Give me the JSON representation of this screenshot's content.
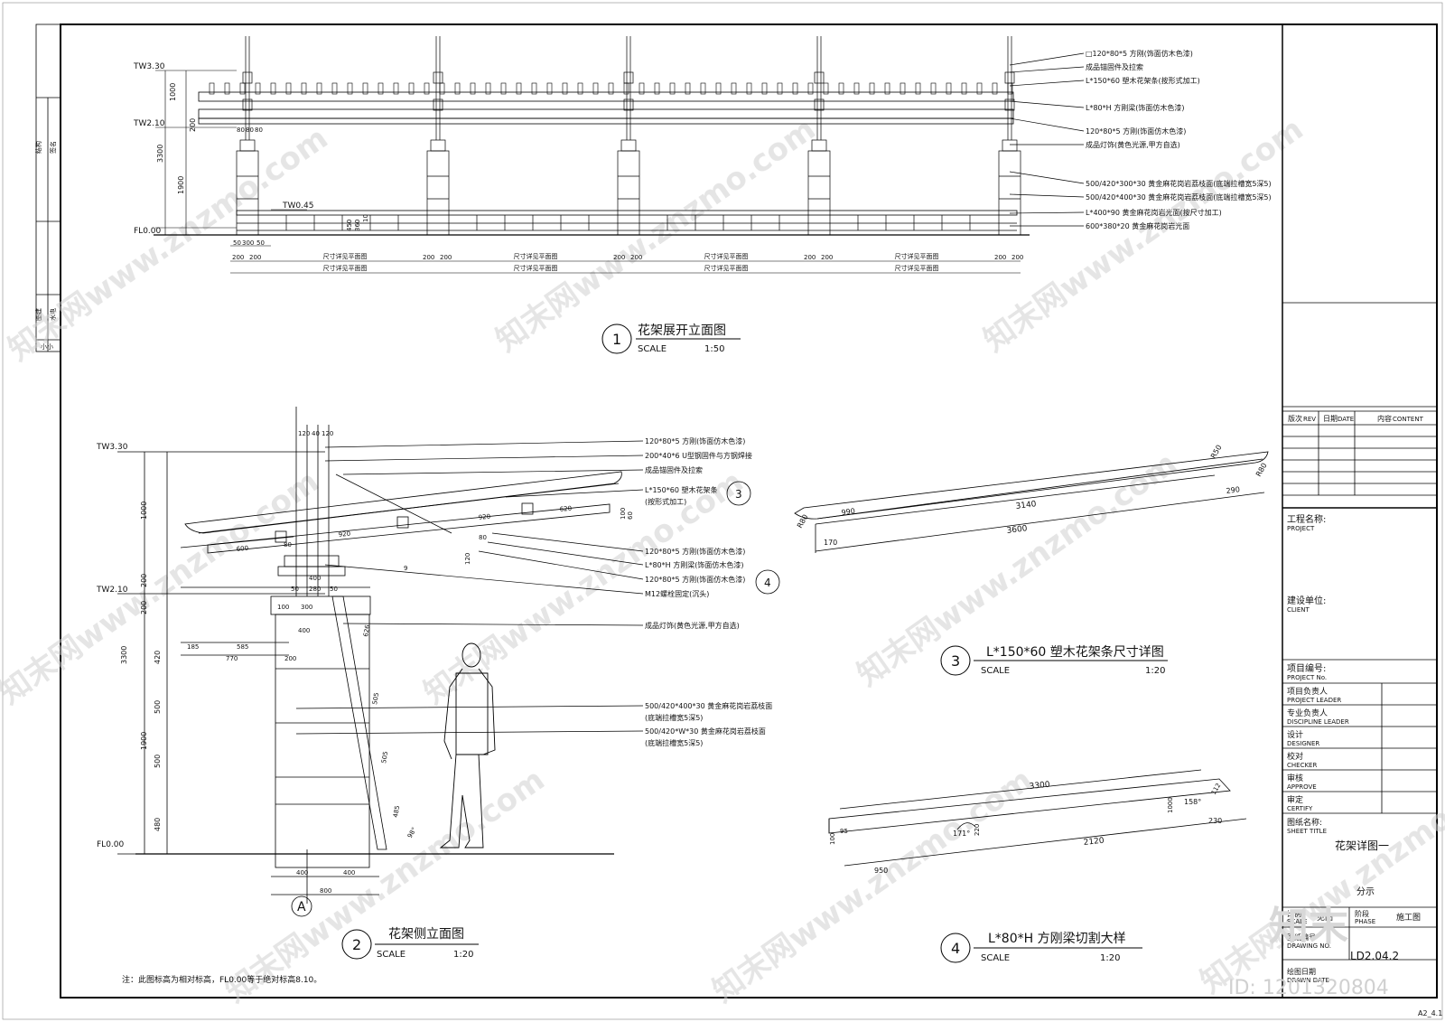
{
  "border_mark": "A2_4.1",
  "watermark": {
    "text": "知末网www.znzmo.com",
    "logo": "知末",
    "id_text": "ID: 1201320804"
  },
  "left_strip": {
    "a": "结构",
    "b": "签名",
    "c": "图建",
    "d": "水电",
    "e": "小小"
  },
  "note": "注：此图标高为相对标高，FL0.00等于绝对标高8.10。",
  "views": {
    "v1": {
      "num": "1",
      "title": "花架展开立面图",
      "scale_label": "SCALE",
      "scale": "1:50"
    },
    "v2": {
      "num": "2",
      "title": "花架侧立面图",
      "scale_label": "SCALE",
      "scale": "1:20"
    },
    "v3": {
      "num": "3",
      "title": "L*150*60 塑木花架条尺寸详图",
      "scale_label": "SCALE",
      "scale": "1:20"
    },
    "v4": {
      "num": "4",
      "title": "L*80*H 方刚梁切割大样",
      "scale_label": "SCALE",
      "scale": "1:20"
    }
  },
  "elev1": {
    "levels": {
      "l1": "TW3.30",
      "l2": "TW2.10",
      "l3": "TW0.45",
      "l4": "FL0.00"
    },
    "vdims": {
      "a": "1000",
      "b": "200",
      "c": "3300",
      "d": "1900",
      "e": "450",
      "f": "360",
      "g": "10",
      "h": "80",
      "i": "80",
      "j": "80"
    },
    "hdims": {
      "a": "50",
      "b": "300",
      "c": "50",
      "d": "200",
      "e": "200"
    },
    "seg_label_1": "尺寸详见平面图",
    "seg_label_2": "尺寸详见平面图",
    "notes": [
      "□120*80*5 方刚(饰面仿木色漆)",
      "成品锚固件及拉索",
      "L*150*60 塑木花架条(按形式加工)",
      "L*80*H 方刚梁(饰面仿木色漆)",
      "120*80*5 方刚(饰面仿木色漆)",
      "成品灯饰(黄色光源,甲方自选)",
      "500/420*300*30 黄金麻花岗岩荔枝面(底端拉槽宽5深5)",
      "500/420*400*30 黄金麻花岗岩荔枝面(底端拉槽宽5深5)",
      "L*400*90 黄金麻花岗岩光面(按尺寸加工)",
      "600*380*20 黄金麻花岗岩光面"
    ]
  },
  "elev2": {
    "levels": {
      "l1": "TW3.30",
      "l2": "TW2.10",
      "l3": "FL0.00"
    },
    "vdims": {
      "a": "1000",
      "b": "200",
      "c": "200",
      "d": "3300",
      "e": "420",
      "f": "500",
      "g": "1900",
      "h": "500",
      "i": "480"
    },
    "top_dims": {
      "a": "120",
      "b": "40",
      "c": "120"
    },
    "dims": {
      "a": "600",
      "b": "920",
      "c": "920",
      "d": "620",
      "e": "80",
      "f": "80",
      "g": "120",
      "h": "9",
      "i": "100",
      "j": "60",
      "k": "400",
      "l": "50",
      "m": "280",
      "n": "50",
      "o": "100",
      "p": "300",
      "q": "400",
      "r": "185",
      "s": "585",
      "t": "770",
      "u": "200",
      "v": "626",
      "w": "505",
      "x": "505",
      "y": "485",
      "z": "98°",
      "b1": "400",
      "b2": "400",
      "b3": "800"
    },
    "axis": "A",
    "notes": [
      "120*80*5 方刚(饰面仿木色漆)",
      "200*40*6 U型钢固件与方钢焊接",
      "成品锚固件及拉索",
      "L*150*60 塑木花架条",
      "(按形式加工)",
      "120*80*5 方刚(饰面仿木色漆)",
      "L*80*H 方刚梁(饰面仿木色漆)",
      "120*80*5 方刚(饰面仿木色漆)",
      "M12螺栓固定(沉头)",
      "成品灯饰(黄色光源,甲方自选)",
      "500/420*400*30 黄金麻花岗岩荔枝面",
      "(底端拉槽宽5深5)",
      "500/420*W*30 黄金麻花岗岩荔枝面",
      "(底端拉槽宽5深5)"
    ],
    "callout3": "3",
    "callout4": "4"
  },
  "detail3": {
    "a": "R50",
    "b": "R80",
    "c": "R80",
    "d": "990",
    "e": "3140",
    "f": "290",
    "g": "170",
    "h": "3600"
  },
  "detail4": {
    "a": "3300",
    "b": "1000",
    "c": "158°",
    "d": "112",
    "e": "230",
    "f": "171°",
    "g": "220",
    "h": "100",
    "i": "2120",
    "j": "950",
    "k": "95"
  },
  "title_block": {
    "rev": "版次",
    "rev_en": "REV",
    "date": "日期",
    "date_en": "DATE",
    "content": "内容",
    "content_en": "CONTENT",
    "project": "工程名称:",
    "project_en": "PROJECT",
    "client": "建设单位:",
    "client_en": "CLIENT",
    "proj_no": "项目编号:",
    "proj_no_en": "PROJECT No.",
    "roles": [
      {
        "cn": "项目负责人",
        "en": "PROJECT LEADER"
      },
      {
        "cn": "专业负责人",
        "en": "DISCIPLINE LEADER"
      },
      {
        "cn": "设计",
        "en": "DESIGNER"
      },
      {
        "cn": "校对",
        "en": "CHECKER"
      },
      {
        "cn": "审核",
        "en": "APPROVE"
      },
      {
        "cn": "审定",
        "en": "CERTIFY"
      }
    ],
    "sheet_title": "图纸名称:",
    "sheet_title_en": "SHEET TITLE",
    "sheet_name": "花架详图一",
    "sub": "分示",
    "scale_cn": "比例",
    "scale_en": "SCALE",
    "scale_val": "见图",
    "phase_cn": "阶段",
    "phase_en": "PHASE",
    "phase_val": "施工图",
    "no_cn": "图纸编号",
    "no_en": "DRAWING NO.",
    "dwg_no": "LD2.04.2",
    "date_cn": "绘图日期",
    "date_en2": "DRAWN DATE"
  }
}
